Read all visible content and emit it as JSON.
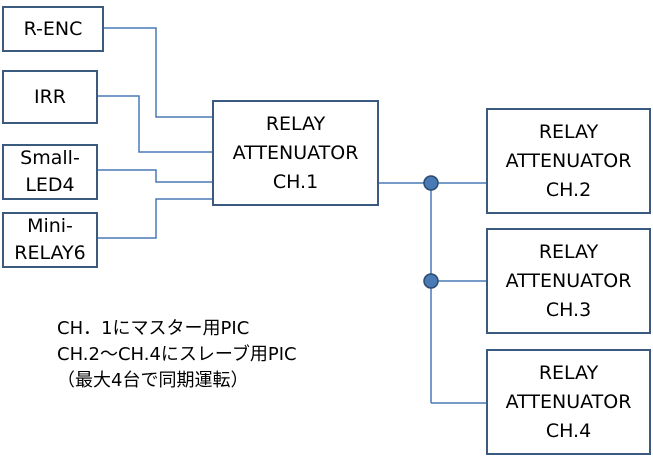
{
  "inputs": [
    {
      "id": "r-enc",
      "label": "R-ENC"
    },
    {
      "id": "irr",
      "label": "IRR"
    },
    {
      "id": "small-led4",
      "label": "Small-\nLED4"
    },
    {
      "id": "mini-relay6",
      "label": "Mini-\nRELAY6"
    }
  ],
  "master": {
    "label": "RELAY\nATTENUATOR\nCH.1"
  },
  "slaves": [
    {
      "label": "RELAY\nATTENUATOR\nCH.2"
    },
    {
      "label": "RELAY\nATTENUATOR\nCH.3"
    },
    {
      "label": "RELAY\nATTENUATOR\nCH.4"
    }
  ],
  "note": {
    "line1": "CH．1にマスター用PIC",
    "line2": "CH.2～CH.4にスレーブ用PIC",
    "line3": "（最大4台で同期運転）"
  },
  "colors": {
    "box_border": "#3b5a80",
    "wire": "#4a7ab5",
    "junction_fill": "#4a7ab5",
    "junction_stroke": "#2c4a70"
  }
}
